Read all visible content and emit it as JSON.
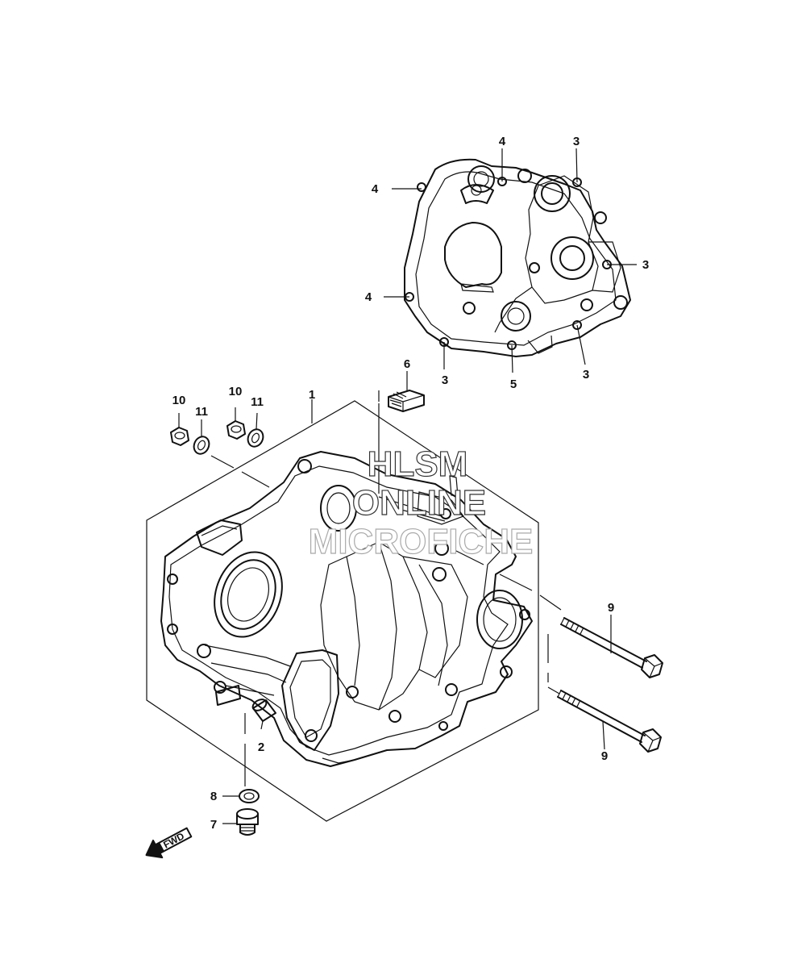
{
  "callouts": {
    "c1": "1",
    "c2": "2",
    "c3a": "3",
    "c3b": "3",
    "c3c": "3",
    "c3d": "3",
    "c4a": "4",
    "c4b": "4",
    "c4c": "4",
    "c5": "5",
    "c6": "6",
    "c7": "7",
    "c8": "8",
    "c9a": "9",
    "c9b": "9",
    "c10a": "10",
    "c10b": "10",
    "c11a": "11",
    "c11b": "11"
  },
  "watermark": {
    "line1": "HLSM",
    "line2": "ONLINE",
    "line3": "MICROFICHE"
  },
  "fwd_label": "FWD"
}
